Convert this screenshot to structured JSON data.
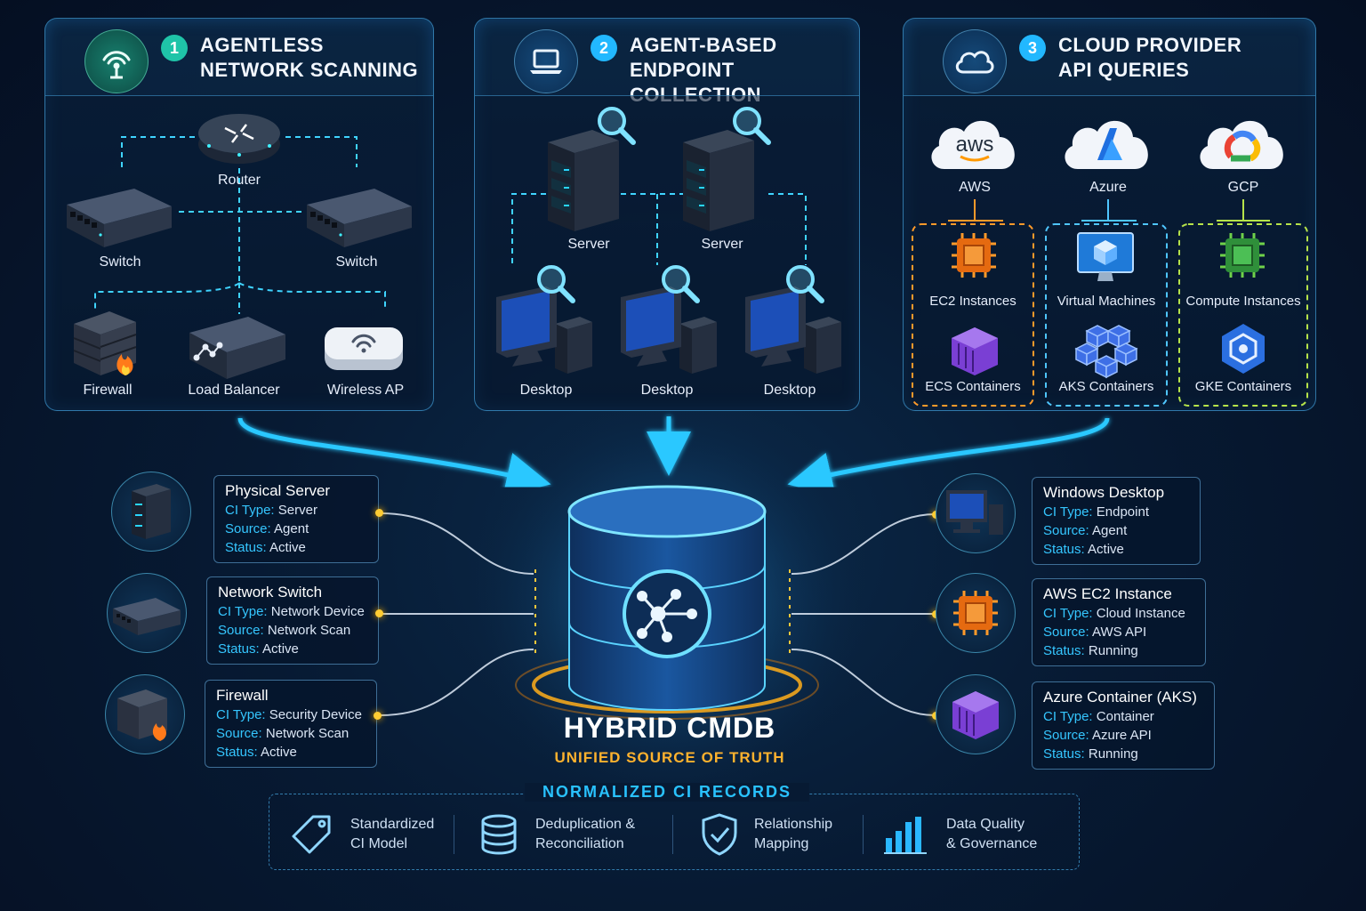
{
  "panels": [
    {
      "number": "1",
      "title": "AGENTLESS\nNETWORK SCANNING",
      "devices": {
        "router": "Router",
        "switch_left": "Switch",
        "switch_right": "Switch",
        "firewall": "Firewall",
        "load_balancer": "Load Balancer",
        "wireless_ap": "Wireless AP"
      }
    },
    {
      "number": "2",
      "title": "AGENT-BASED\nENDPOINT COLLECTION",
      "devices": {
        "server_left": "Server",
        "server_right": "Server",
        "desktop_1": "Desktop",
        "desktop_2": "Desktop",
        "desktop_3": "Desktop"
      }
    },
    {
      "number": "3",
      "title": "CLOUD PROVIDER\nAPI QUERIES",
      "providers": [
        {
          "name": "AWS",
          "logo": "aws",
          "color": "#ff9900",
          "items": [
            "EC2 Instances",
            "ECS Containers"
          ]
        },
        {
          "name": "Azure",
          "logo": "azure",
          "color": "#2f8fff",
          "items": [
            "Virtual Machines",
            "AKS Containers"
          ]
        },
        {
          "name": "GCP",
          "logo": "gcp",
          "color": "#5fbf3a",
          "items": [
            "Compute Instances",
            "GKE Containers"
          ]
        }
      ]
    }
  ],
  "aws_logo_text": "aws",
  "cmdb": {
    "title": "HYBRID CMDB",
    "subtitle": "UNIFIED SOURCE OF TRUTH"
  },
  "records_left": [
    {
      "title": "Physical Server",
      "icon": "server-icon",
      "fields": [
        [
          "CI Type:",
          "Server"
        ],
        [
          "Source:",
          "Agent"
        ],
        [
          "Status:",
          "Active"
        ]
      ]
    },
    {
      "title": "Network Switch",
      "icon": "switch-icon",
      "fields": [
        [
          "CI Type:",
          "Network Device"
        ],
        [
          "Source:",
          "Network Scan"
        ],
        [
          "Status:",
          "Active"
        ]
      ]
    },
    {
      "title": "Firewall",
      "icon": "firewall-icon",
      "fields": [
        [
          "CI Type:",
          "Security Device"
        ],
        [
          "Source:",
          "Network Scan"
        ],
        [
          "Status:",
          "Active"
        ]
      ]
    }
  ],
  "records_right": [
    {
      "title": "Windows Desktop",
      "icon": "desktop-icon",
      "fields": [
        [
          "CI Type:",
          "Endpoint"
        ],
        [
          "Source:",
          "Agent"
        ],
        [
          "Status:",
          "Active"
        ]
      ]
    },
    {
      "title": "AWS EC2 Instance",
      "icon": "chip-icon",
      "fields": [
        [
          "CI Type:",
          "Cloud Instance"
        ],
        [
          "Source:",
          "AWS API"
        ],
        [
          "Status:",
          "Running"
        ]
      ]
    },
    {
      "title": "Azure Container (AKS)",
      "icon": "container-icon",
      "fields": [
        [
          "CI Type:",
          "Container"
        ],
        [
          "Source:",
          "Azure API"
        ],
        [
          "Status:",
          "Running"
        ]
      ]
    }
  ],
  "normalized": {
    "title": "NORMALIZED CI RECORDS",
    "features": [
      {
        "icon": "tag-icon",
        "label": "Standardized\nCI Model"
      },
      {
        "icon": "database-icon",
        "label": "Deduplication &\nReconciliation"
      },
      {
        "icon": "shield-check-icon",
        "label": "Relationship\nMapping"
      },
      {
        "icon": "bar-chart-icon",
        "label": "Data Quality\n& Governance"
      }
    ]
  },
  "colors": {
    "accent": "#22b8ff",
    "highlight": "#ffb22e",
    "background": "#071a33"
  }
}
